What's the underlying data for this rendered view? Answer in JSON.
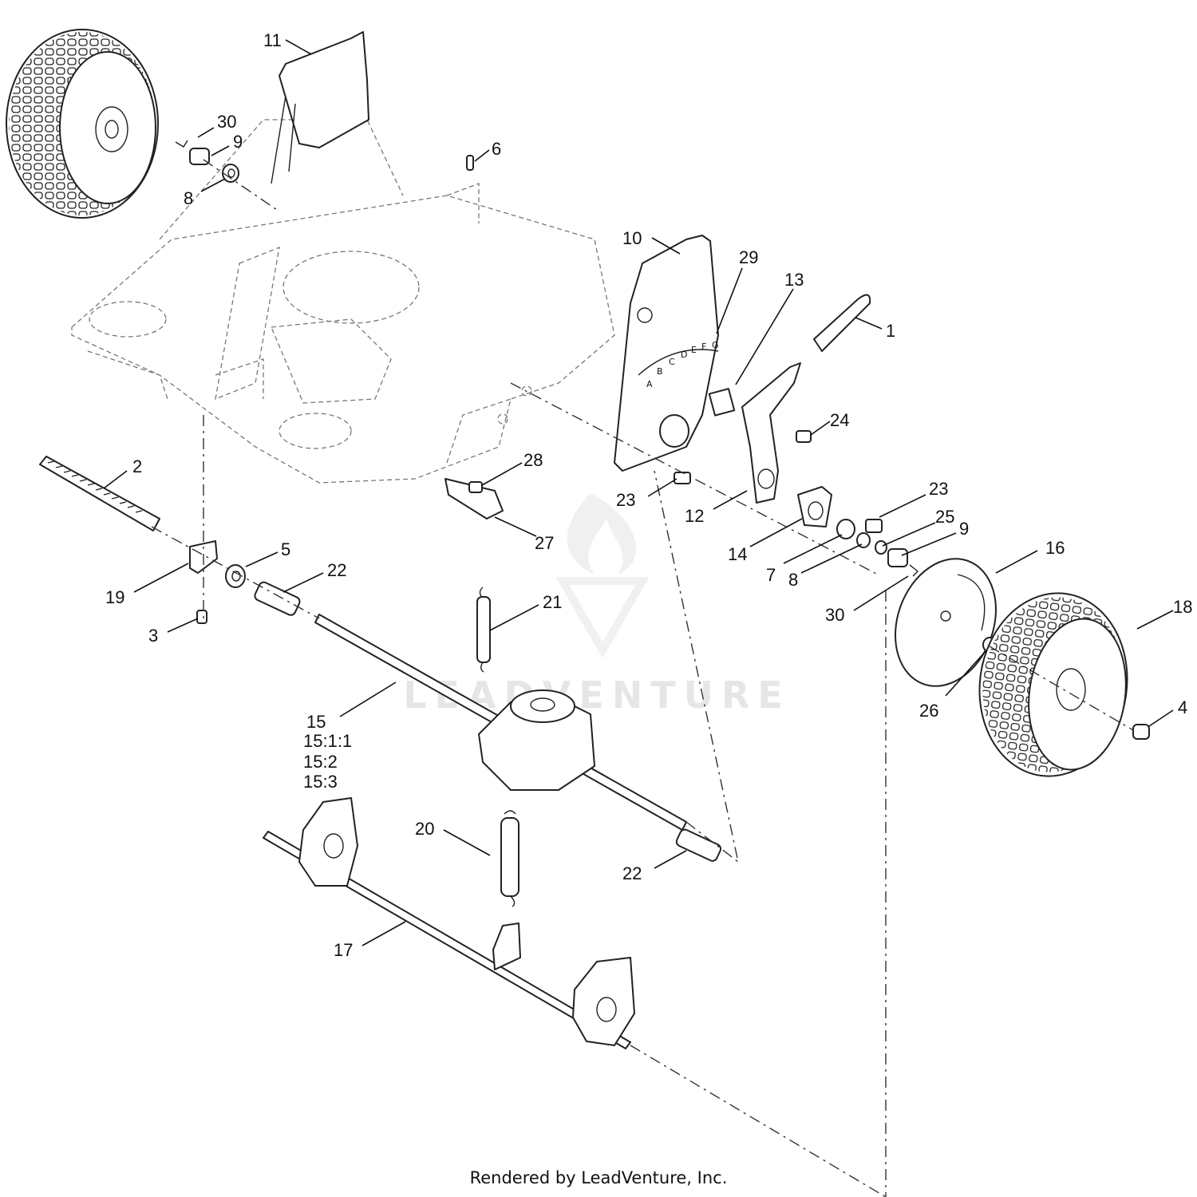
{
  "watermark": {
    "text": "LEADVENTURE",
    "color": "#e6e6e6"
  },
  "footer": "Rendered by LeadVenture, Inc.",
  "scale_marks": [
    "A",
    "B",
    "C",
    "D",
    "E",
    "F",
    "G"
  ],
  "callouts": [
    {
      "id": "c11",
      "label": "11"
    },
    {
      "id": "c30a",
      "label": "30"
    },
    {
      "id": "c9a",
      "label": "9"
    },
    {
      "id": "c8a",
      "label": "8"
    },
    {
      "id": "c6",
      "label": "6"
    },
    {
      "id": "c10",
      "label": "10"
    },
    {
      "id": "c29",
      "label": "29"
    },
    {
      "id": "c13",
      "label": "13"
    },
    {
      "id": "c1",
      "label": "1"
    },
    {
      "id": "c24",
      "label": "24"
    },
    {
      "id": "c2",
      "label": "2"
    },
    {
      "id": "c28",
      "label": "28"
    },
    {
      "id": "c23a",
      "label": "23"
    },
    {
      "id": "c12",
      "label": "12"
    },
    {
      "id": "c23b",
      "label": "23"
    },
    {
      "id": "c25",
      "label": "25"
    },
    {
      "id": "c9b",
      "label": "9"
    },
    {
      "id": "c27",
      "label": "27"
    },
    {
      "id": "c14",
      "label": "14"
    },
    {
      "id": "c7",
      "label": "7"
    },
    {
      "id": "c8b",
      "label": "8"
    },
    {
      "id": "c16",
      "label": "16"
    },
    {
      "id": "c5",
      "label": "5"
    },
    {
      "id": "c22a",
      "label": "22"
    },
    {
      "id": "c19",
      "label": "19"
    },
    {
      "id": "c21",
      "label": "21"
    },
    {
      "id": "c30b",
      "label": "30"
    },
    {
      "id": "c18",
      "label": "18"
    },
    {
      "id": "c3",
      "label": "3"
    },
    {
      "id": "c26",
      "label": "26"
    },
    {
      "id": "c4",
      "label": "4"
    },
    {
      "id": "c15",
      "label": "15"
    },
    {
      "id": "c15_1_1",
      "label": "15:1:1"
    },
    {
      "id": "c15_2",
      "label": "15:2"
    },
    {
      "id": "c15_3",
      "label": "15:3"
    },
    {
      "id": "c20",
      "label": "20"
    },
    {
      "id": "c22b",
      "label": "22"
    },
    {
      "id": "c17",
      "label": "17"
    }
  ]
}
